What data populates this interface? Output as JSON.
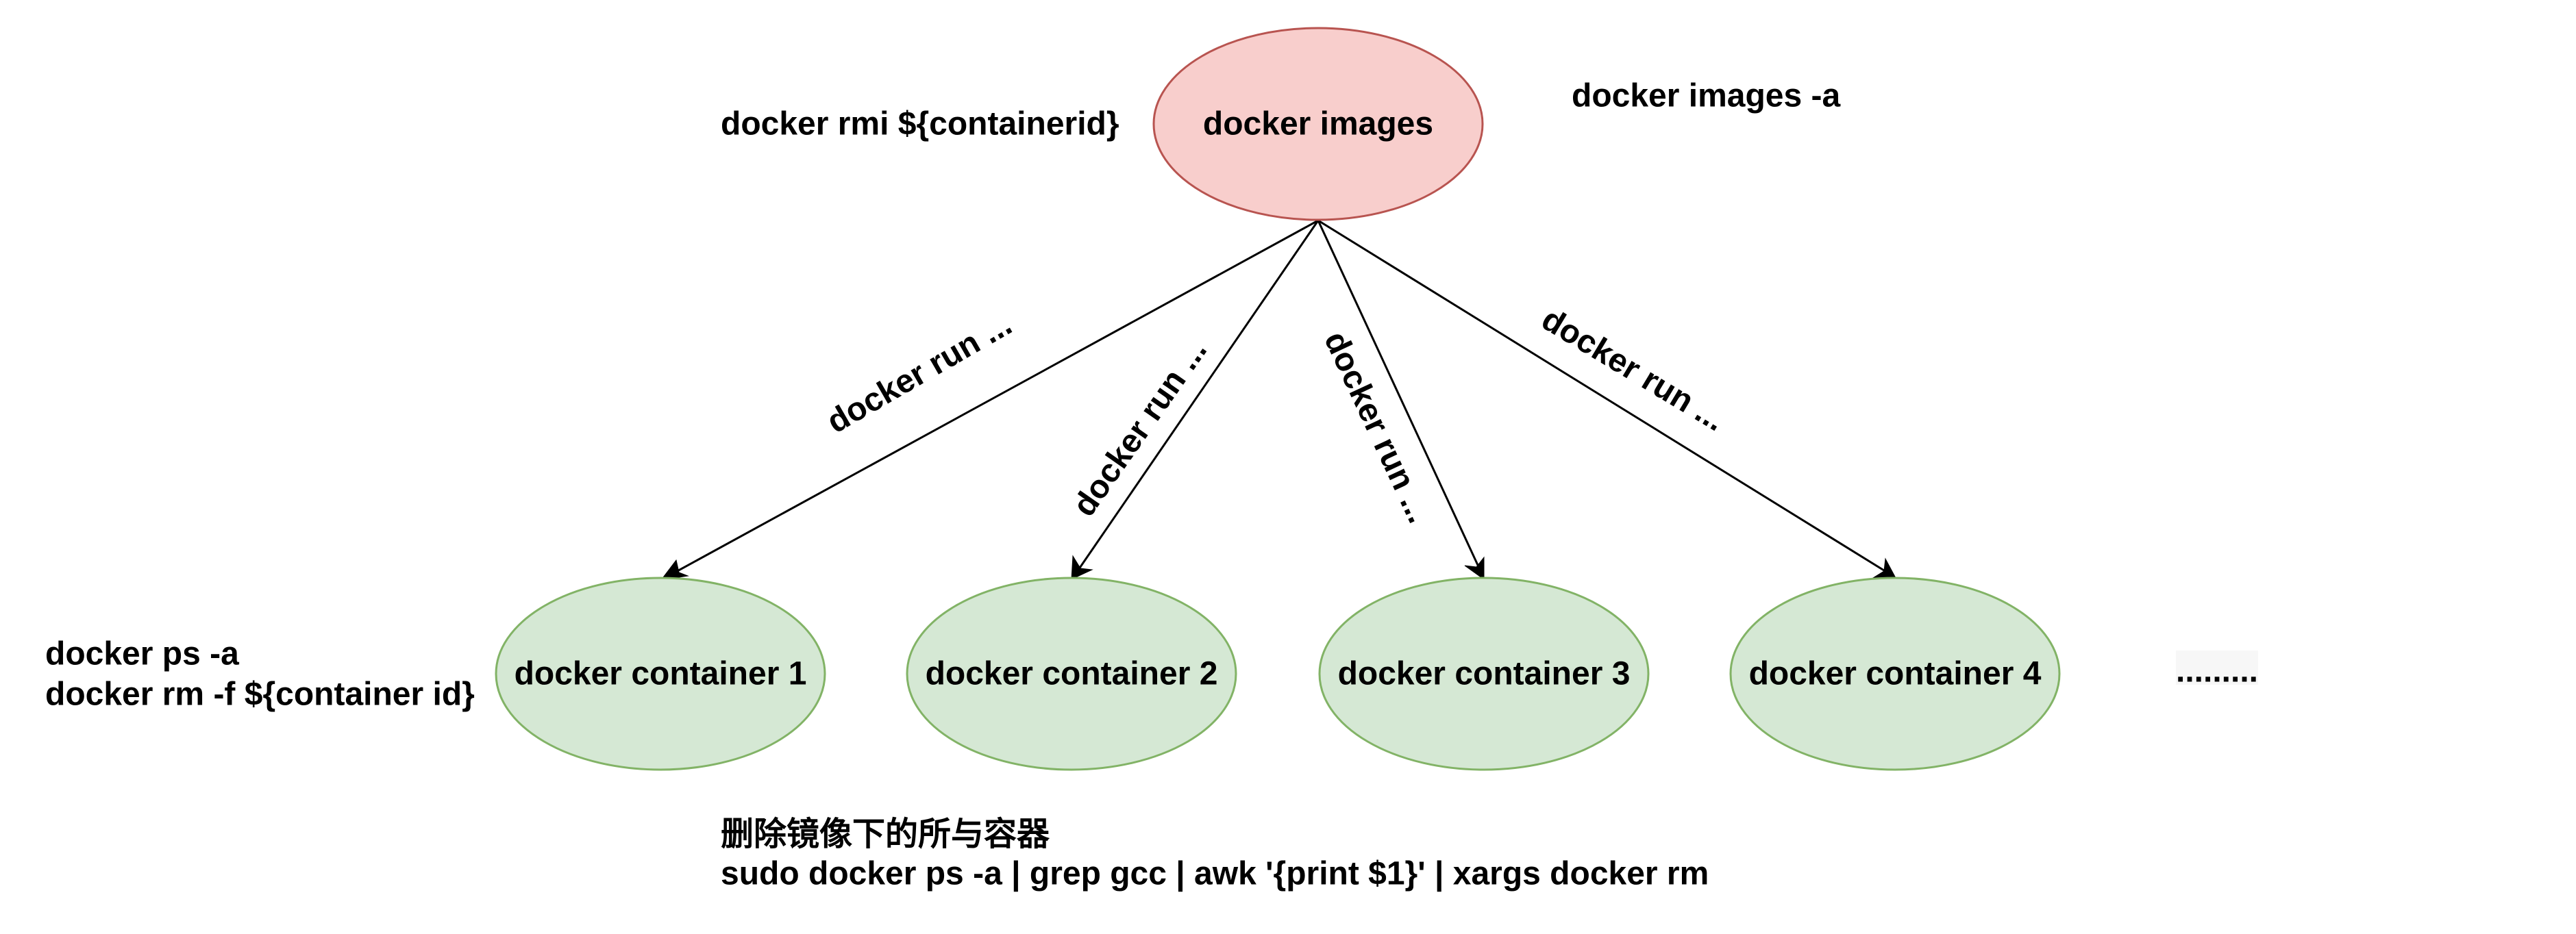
{
  "colors": {
    "image_fill": "#f8cecc",
    "image_stroke": "#b85450",
    "container_fill": "#d5e8d4",
    "container_stroke": "#82b366",
    "edge": "#000000",
    "text": "#000000"
  },
  "nodes": {
    "image": {
      "label": "docker images"
    },
    "containers": [
      {
        "label": "docker container 1"
      },
      {
        "label": "docker container 2"
      },
      {
        "label": "docker container 3"
      },
      {
        "label": "docker container 4"
      }
    ],
    "more": {
      "label": "........."
    }
  },
  "edges": [
    {
      "label": "docker run ..."
    },
    {
      "label": "docker run ..."
    },
    {
      "label": "docker run ..."
    },
    {
      "label": "docker run ..."
    }
  ],
  "notes": {
    "rmi": "docker rmi ${containerid}",
    "images_list": "docker images -a",
    "ps": "docker ps -a",
    "rm": "docker rm -f ${container id}",
    "delete_title": "删除镜像下的所与容器",
    "delete_cmd": "sudo docker ps -a | grep gcc | awk '{print $1}' | xargs docker rm"
  }
}
